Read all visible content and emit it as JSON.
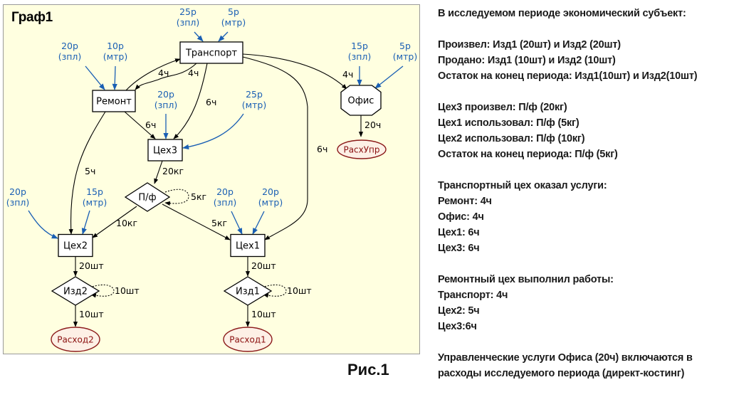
{
  "graph": {
    "title": "Граф1",
    "caption": "Рис.1",
    "colors": {
      "background": "#ffffe0",
      "resource_arrow": "#1a5fb4",
      "resource_text": "#1a5fb4",
      "edge": "#000000",
      "sink_stroke": "#8b1a1a",
      "sink_fill": "#fdf0e6",
      "sink_text": "#8b1010"
    },
    "nodes": [
      {
        "id": "transport",
        "label": "Транспорт",
        "shape": "box"
      },
      {
        "id": "remont",
        "label": "Ремонт",
        "shape": "box"
      },
      {
        "id": "cex3",
        "label": "Цех3",
        "shape": "box"
      },
      {
        "id": "pf",
        "label": "П/ф",
        "shape": "diamond"
      },
      {
        "id": "cex2",
        "label": "Цех2",
        "shape": "box"
      },
      {
        "id": "cex1",
        "label": "Цех1",
        "shape": "box"
      },
      {
        "id": "office",
        "label": "Офис",
        "shape": "octagon"
      },
      {
        "id": "rashupr",
        "label": "РасхУпр",
        "shape": "ellipse"
      },
      {
        "id": "izd2",
        "label": "Изд2",
        "shape": "diamond"
      },
      {
        "id": "izd1",
        "label": "Изд1",
        "shape": "diamond"
      },
      {
        "id": "rashod2",
        "label": "Расход2",
        "shape": "ellipse"
      },
      {
        "id": "rashod1",
        "label": "Расход1",
        "shape": "ellipse"
      }
    ],
    "resources": [
      {
        "id": "r_transport_zpl",
        "target": "transport",
        "amount": "25р",
        "kind": "(зпл)"
      },
      {
        "id": "r_transport_mtr",
        "target": "transport",
        "amount": "5р",
        "kind": "(мтр)"
      },
      {
        "id": "r_remont_zpl",
        "target": "remont",
        "amount": "20р",
        "kind": "(зпл)"
      },
      {
        "id": "r_remont_mtr",
        "target": "remont",
        "amount": "10р",
        "kind": "(мтр)"
      },
      {
        "id": "r_cex3_zpl",
        "target": "cex3",
        "amount": "20р",
        "kind": "(зпл)"
      },
      {
        "id": "r_cex3_mtr",
        "target": "cex3",
        "amount": "25р",
        "kind": "(мтр)"
      },
      {
        "id": "r_office_zpl",
        "target": "office",
        "amount": "15р",
        "kind": "(зпл)"
      },
      {
        "id": "r_office_mtr",
        "target": "office",
        "amount": "5р",
        "kind": "(мтр)"
      },
      {
        "id": "r_cex2_zpl",
        "target": "cex2",
        "amount": "20р",
        "kind": "(зпл)"
      },
      {
        "id": "r_cex2_mtr",
        "target": "cex2",
        "amount": "15р",
        "kind": "(мтр)"
      },
      {
        "id": "r_cex1_zpl",
        "target": "cex1",
        "amount": "20р",
        "kind": "(зпл)"
      },
      {
        "id": "r_cex1_mtr",
        "target": "cex1",
        "amount": "20р",
        "kind": "(мтр)"
      }
    ],
    "edges": [
      {
        "id": "e_remont_transport",
        "from": "remont",
        "to": "transport",
        "label": "4ч"
      },
      {
        "id": "e_transport_remont",
        "from": "transport",
        "to": "remont",
        "label": "4ч"
      },
      {
        "id": "e_transport_cex3",
        "from": "transport",
        "to": "cex3",
        "label": "6ч"
      },
      {
        "id": "e_transport_office",
        "from": "transport",
        "to": "office",
        "label": "4ч"
      },
      {
        "id": "e_transport_cex1",
        "from": "transport",
        "to": "cex1",
        "label": "6ч"
      },
      {
        "id": "e_remont_cex3",
        "from": "remont",
        "to": "cex3",
        "label": "6ч"
      },
      {
        "id": "e_remont_cex2",
        "from": "remont",
        "to": "cex2",
        "label": "5ч"
      },
      {
        "id": "e_cex3_pf",
        "from": "cex3",
        "to": "pf",
        "label": "20кг"
      },
      {
        "id": "e_pf_self",
        "from": "pf",
        "to": "pf",
        "label": "5кг",
        "dotted": true
      },
      {
        "id": "e_pf_cex2",
        "from": "pf",
        "to": "cex2",
        "label": "10кг"
      },
      {
        "id": "e_pf_cex1",
        "from": "pf",
        "to": "cex1",
        "label": "5кг"
      },
      {
        "id": "e_office_rashupr",
        "from": "office",
        "to": "rashupr",
        "label": "20ч"
      },
      {
        "id": "e_cex2_izd2",
        "from": "cex2",
        "to": "izd2",
        "label": "20шт"
      },
      {
        "id": "e_izd2_self",
        "from": "izd2",
        "to": "izd2",
        "label": "10шт",
        "dotted": true
      },
      {
        "id": "e_izd2_rashod2",
        "from": "izd2",
        "to": "rashod2",
        "label": "10шт"
      },
      {
        "id": "e_cex1_izd1",
        "from": "cex1",
        "to": "izd1",
        "label": "20шт"
      },
      {
        "id": "e_izd1_self",
        "from": "izd1",
        "to": "izd1",
        "label": "10шт",
        "dotted": true
      },
      {
        "id": "e_izd1_rashod1",
        "from": "izd1",
        "to": "rashod1",
        "label": "10шт"
      }
    ]
  },
  "info": {
    "paragraphs": [
      {
        "lines": [
          "В исследуемом периоде экономический субъект:"
        ]
      },
      {
        "lines": [
          "Произвел: Изд1 (20шт) и Изд2 (20шт)",
          "Продано: Изд1 (10шт) и Изд2 (10шт)",
          "Остаток на конец периода: Изд1(10шт) и Изд2(10шт)"
        ]
      },
      {
        "lines": [
          "Цех3 произвел: П/ф (20кг)",
          "Цех1 использовал: П/ф (5кг)",
          "Цех2 использовал: П/ф (10кг)",
          "Остаток на конец периода: П/ф (5кг)"
        ]
      },
      {
        "lines": [
          "Транспортный цех оказал услуги:",
          "Ремонт: 4ч",
          "Офис: 4ч",
          "Цех1: 6ч",
          "Цех3: 6ч"
        ]
      },
      {
        "lines": [
          "Ремонтный цех выполнил работы:",
          "Транспорт: 4ч",
          "Цех2: 5ч",
          "Цех3:6ч"
        ]
      },
      {
        "lines": [
          "Управленческие услуги Офиса (20ч) включаются в",
          "расходы исследуемого периода (директ-костинг)"
        ]
      }
    ]
  }
}
